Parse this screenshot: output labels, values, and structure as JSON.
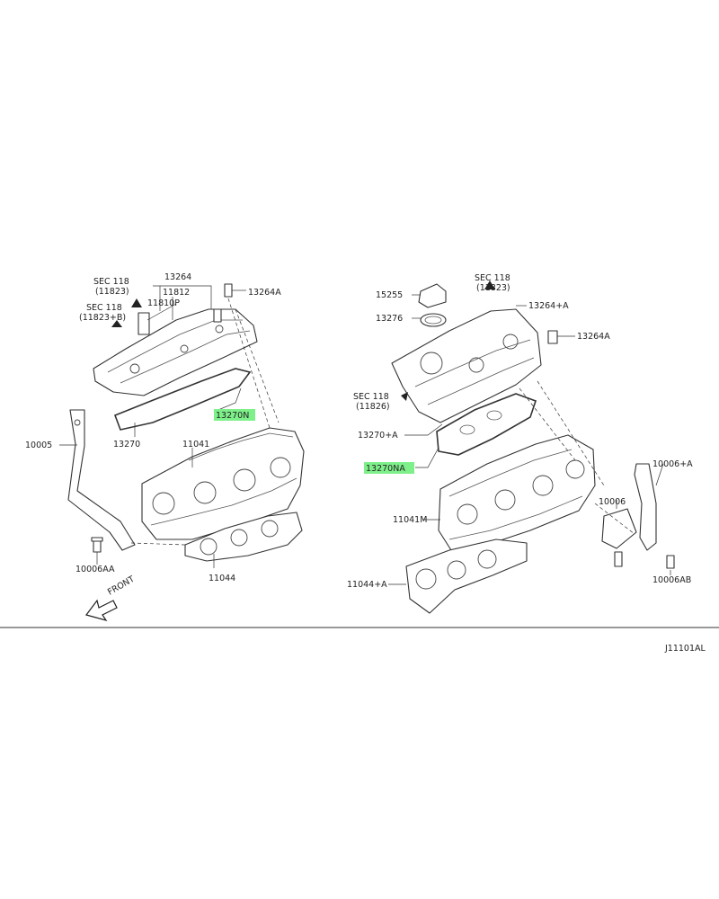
{
  "diagram": {
    "code": "J11101AL",
    "front_label": "FRONT",
    "highlight_color": "#7ef08a",
    "left_bank": {
      "sec_118_top": {
        "sec": "SEC 118",
        "ref": "(11823)"
      },
      "sec_118_left": {
        "sec": "SEC 118",
        "ref": "(11823+B)"
      },
      "labels": {
        "p13264": "13264",
        "p11812": "11812",
        "p11810p": "11810P",
        "p13264a": "13264A",
        "p13270n": "13270N",
        "p13270": "13270",
        "p10005": "10005",
        "p11041": "11041",
        "p10006aa": "10006AA",
        "p11044": "11044"
      }
    },
    "right_bank": {
      "sec_118_top": {
        "sec": "SEC 118",
        "ref": "(11823)"
      },
      "sec_118_left": {
        "sec": "SEC 118",
        "ref": "(11826)"
      },
      "labels": {
        "p15255": "15255",
        "p13264a_plus": "13264+A",
        "p13276": "13276",
        "p13264a": "13264A",
        "p13270a_plus": "13270+A",
        "p13270na": "13270NA",
        "p10006a_plus": "10006+A",
        "p10006": "10006",
        "p11041m": "11041M",
        "p10006ab": "10006AB",
        "p11044a_plus": "11044+A"
      }
    }
  }
}
